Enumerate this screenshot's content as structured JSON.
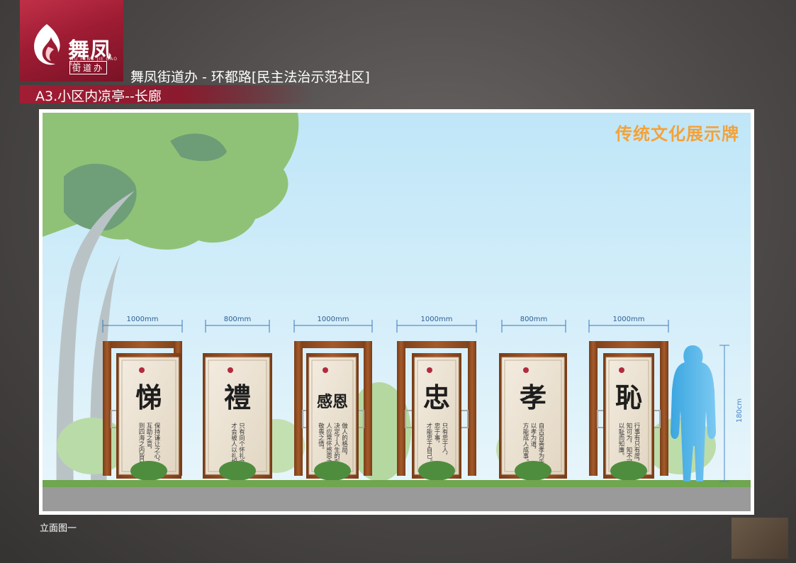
{
  "logo": {
    "name": "舞凤",
    "pinyin": "WU FENG JIE DAO BAN",
    "sub": "街道办"
  },
  "project_title": "舞凤街道办 - 环都路[民主法治示范社区]",
  "section_title": "A3.小区内凉亭--长廊",
  "board_label": "传统文化展示牌",
  "caption": "立面图一",
  "human_height": "180cm",
  "colors": {
    "accent": "#9e1c33",
    "label_orange": "#f3a23a",
    "sky": "#cfeaf7",
    "wood": "#8a4a22"
  },
  "panels": [
    {
      "width": "1000mm",
      "char": "悌",
      "framed": true,
      "lines": [
        "保持谦让之心，",
        "互助之意，",
        "则四海之内皆兄弟。"
      ]
    },
    {
      "width": "800mm",
      "char": "禮",
      "framed": false,
      "lines": [
        "只有向个怀礼之人，",
        "才会被人以礼相待。"
      ]
    },
    {
      "width": "1000mm",
      "char": "感恩",
      "framed": true,
      "lines": [
        "做人的格局，",
        "决定了人生的布局。",
        "人应常怀感恩之心，",
        "敬畏之情。"
      ]
    },
    {
      "width": "1000mm",
      "char": "忠",
      "framed": true,
      "lines": [
        "只有忠于人，",
        "忠于事，",
        "才能忠于自己。"
      ]
    },
    {
      "width": "800mm",
      "char": "孝",
      "framed": false,
      "lines": [
        "自古百善孝为先，",
        "以孝为道，",
        "方能成人成事。"
      ]
    },
    {
      "width": "1000mm",
      "char": "恥",
      "framed": true,
      "lines": [
        "行事有只有度，",
        "知可为，知不可为，",
        "以耻而知廉。"
      ]
    }
  ]
}
